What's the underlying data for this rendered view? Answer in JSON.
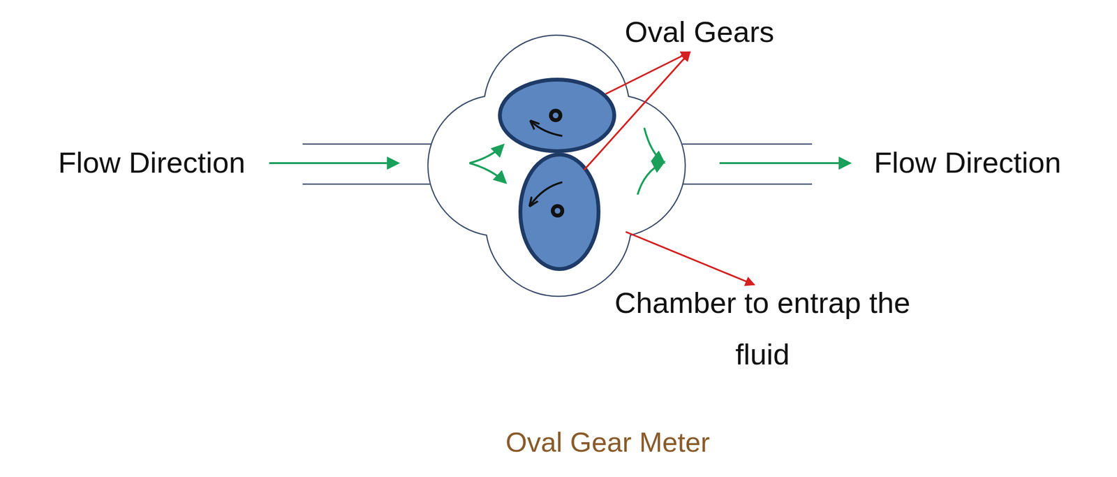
{
  "diagram": {
    "caption": "Oval Gear Meter",
    "labels": [
      "Flow Direction",
      "Oval Gears",
      "Flow Direction",
      "Chamber to entrap the fluid"
    ]
  }
}
